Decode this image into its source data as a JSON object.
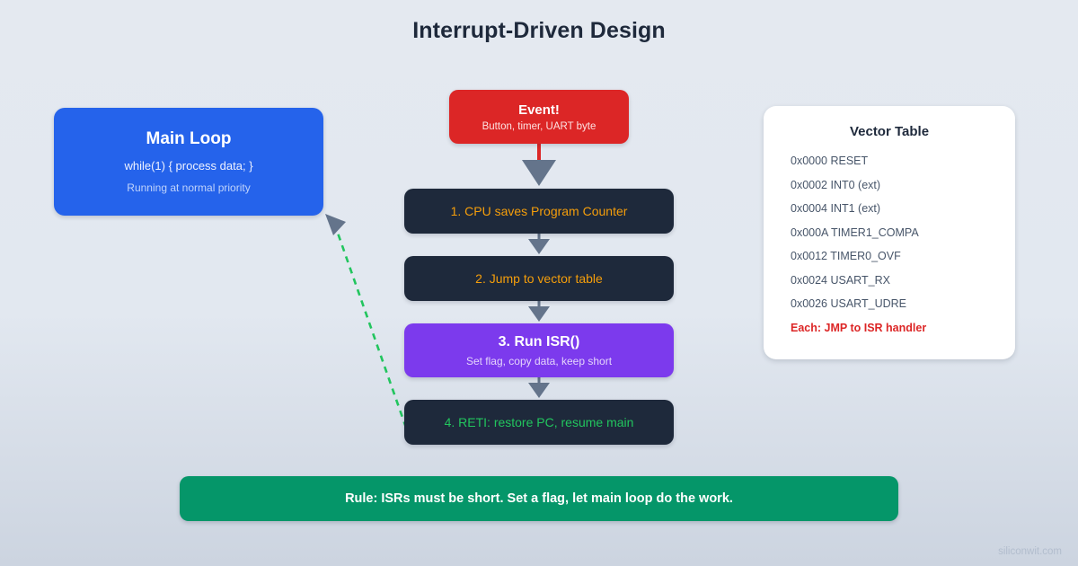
{
  "page": {
    "title": "Interrupt-Driven Design",
    "watermark": "siliconwit.com",
    "background_color": "#e2e8f0"
  },
  "main_loop": {
    "title": "Main Loop",
    "code": "while(1) { process data; }",
    "note": "Running at normal priority",
    "color": "#2563eb"
  },
  "event": {
    "title": "Event!",
    "subtitle": "Button, timer, UART byte",
    "color": "#dc2626"
  },
  "steps": [
    {
      "label": "1. CPU saves Program Counter",
      "box_color": "#1e293b",
      "text_color": "#f59e0b"
    },
    {
      "label": "2. Jump to vector table",
      "box_color": "#1e293b",
      "text_color": "#f59e0b"
    },
    {
      "label": "3. Run ISR()",
      "subtitle": "Set flag, copy data, keep short",
      "box_color": "#7c3aed",
      "text_color": "#ffffff"
    },
    {
      "label": "4. RETI: restore PC, resume main",
      "box_color": "#1e293b",
      "text_color": "#22c55e"
    }
  ],
  "vector_table": {
    "title": "Vector Table",
    "rows": [
      "0x0000 RESET",
      "0x0002 INT0 (ext)",
      "0x0004 INT1 (ext)",
      "0x000A TIMER1_COMPA",
      "0x0012 TIMER0_OVF",
      "0x0024 USART_RX",
      "0x0026 USART_UDRE"
    ],
    "note": "Each: JMP to ISR handler",
    "note_color": "#dc2626"
  },
  "rule": {
    "text": "Rule: ISRs must be short. Set a flag, let main loop do the work.",
    "color": "#059669"
  },
  "connectors": {
    "event_stem_color": "#dc2626",
    "arrow_color": "#64748b",
    "return_line_color": "#22c55e",
    "return_line_style": "dashed"
  }
}
